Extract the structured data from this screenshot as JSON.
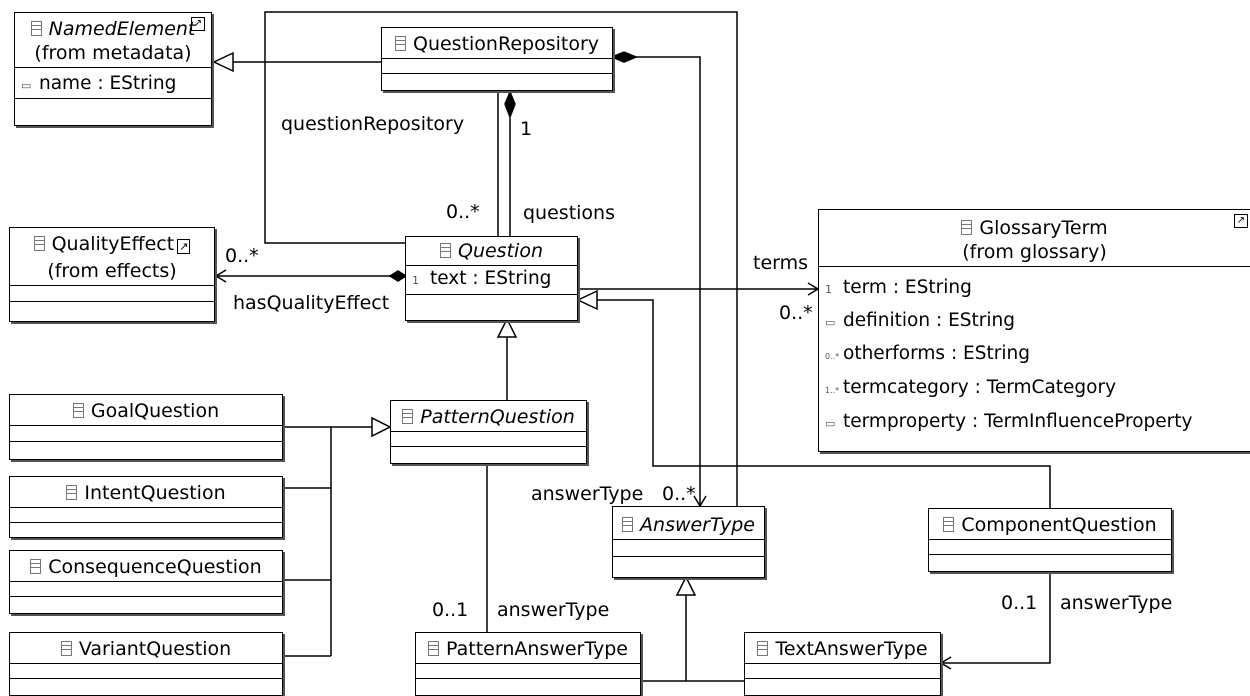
{
  "classes": {
    "named_element": {
      "name": "NamedElement",
      "from": "(from metadata)",
      "attrs": [
        "name : EString"
      ]
    },
    "question_repository": {
      "name": "QuestionRepository"
    },
    "quality_effect": {
      "name": "QualityEffect",
      "from": "(from effects)"
    },
    "question": {
      "name": "Question",
      "attrs": [
        "text : EString"
      ]
    },
    "glossary_term": {
      "name": "GlossaryTerm",
      "from": "(from glossary)",
      "attrs": [
        "term : EString",
        "definition : EString",
        "otherforms : EString",
        "termcategory : TermCategory",
        "termproperty : TermInfluenceProperty"
      ]
    },
    "goal_question": {
      "name": "GoalQuestion"
    },
    "intent_question": {
      "name": "IntentQuestion"
    },
    "consequence_question": {
      "name": "ConsequenceQuestion"
    },
    "variant_question": {
      "name": "VariantQuestion"
    },
    "pattern_question": {
      "name": "PatternQuestion"
    },
    "answer_type": {
      "name": "AnswerType"
    },
    "component_question": {
      "name": "ComponentQuestion"
    },
    "pattern_answer_type": {
      "name": "PatternAnswerType"
    },
    "text_answer_type": {
      "name": "TextAnswerType"
    }
  },
  "labels": {
    "question_repository_role": "questionRepository",
    "one": "1",
    "questions_multiplicity": "0..*",
    "questions_role": "questions",
    "quality_effect_multiplicity": "0..*",
    "has_quality_effect": "hasQualityEffect",
    "terms_role": "terms",
    "terms_multiplicity": "0..*",
    "answer_type_role_top": "answerType",
    "answer_type_multiplicity_top": "0..*",
    "pattern_answer_multiplicity": "0..1",
    "pattern_answer_role": "answerType",
    "component_answer_multiplicity": "0..1",
    "component_answer_role": "answerType"
  },
  "attr_icons": {
    "term": "1",
    "otherforms": "0..*",
    "termcategory": "1..*"
  }
}
